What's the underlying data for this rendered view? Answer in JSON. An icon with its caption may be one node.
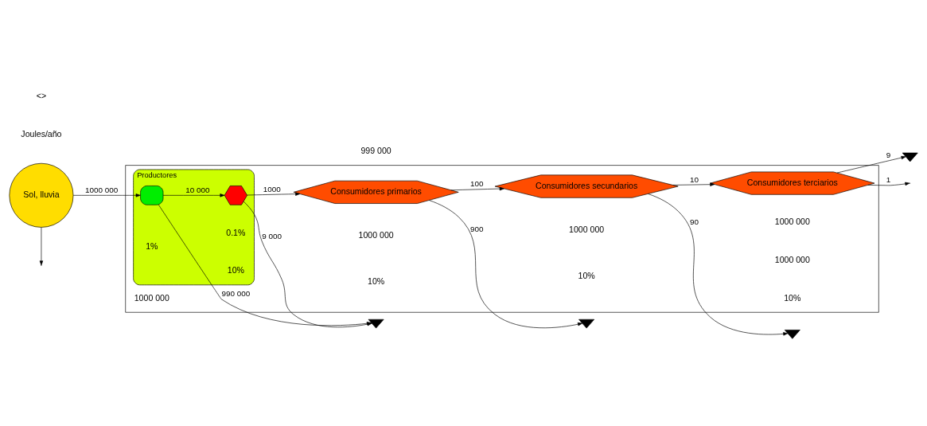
{
  "diagram": {
    "nodes": [
      {
        "text": [],
        "shape": "box"
      },
      {
        "text": [
          "Sol, lluvia"
        ]
      },
      {
        "text": [
          "Productores"
        ],
        "in": 0
      },
      {
        "text": [],
        "shape": "box",
        "in": 2
      },
      {
        "text": [],
        "shape": "hexagon",
        "in": 2
      },
      {
        "text": [
          "Consumidores primarios"
        ],
        "in": 0
      },
      {
        "text": [
          "Consumidores secundarios"
        ],
        "in": 0
      },
      {
        "text": [
          "Consumidores terciarios"
        ],
        "in": 0
      },
      {
        "text": [],
        "shape": "ground"
      },
      {
        "text": [],
        "shape": "ground"
      },
      {
        "text": [],
        "shape": "ground"
      },
      {
        "text": [],
        "shape": "ground"
      }
    ],
    "edges": [
      {
        "from": 1,
        "to": 3,
        "arrow": "to",
        "label": "1000 000"
      },
      {
        "from": 1,
        "to": null,
        "arrow": "to"
      },
      {
        "from": 3,
        "to": 4,
        "arrow": "to",
        "label": "10 000"
      },
      {
        "from": 4,
        "to": 5,
        "arrow": "to",
        "label": "1000"
      },
      {
        "from": 5,
        "to": 6,
        "arrow": "to",
        "label": "100"
      },
      {
        "from": 6,
        "to": 7,
        "arrow": "to",
        "label": "10"
      },
      {
        "from": 7,
        "to": null,
        "arrow": "to",
        "label": "1"
      },
      {
        "from": 3,
        "to": 8,
        "arrow": "to",
        "label": "990 000"
      },
      {
        "from": 4,
        "to": 8,
        "arrow": "to",
        "label": "9 000"
      },
      {
        "from": 5,
        "to": 9,
        "arrow": "to",
        "label": "900"
      },
      {
        "from": 6,
        "to": 10,
        "arrow": "to",
        "label": "90"
      },
      {
        "from": 7,
        "to": 11,
        "arrow": "to",
        "label": "9"
      }
    ],
    "labels": [
      "1000 000",
      "1000 000",
      "1000 000",
      "1000 000",
      "1000 000",
      "0.1%",
      "1%",
      "10%",
      "10%",
      "10%",
      "10%",
      "999 000",
      "Joules/año",
      "<>"
    ]
  }
}
